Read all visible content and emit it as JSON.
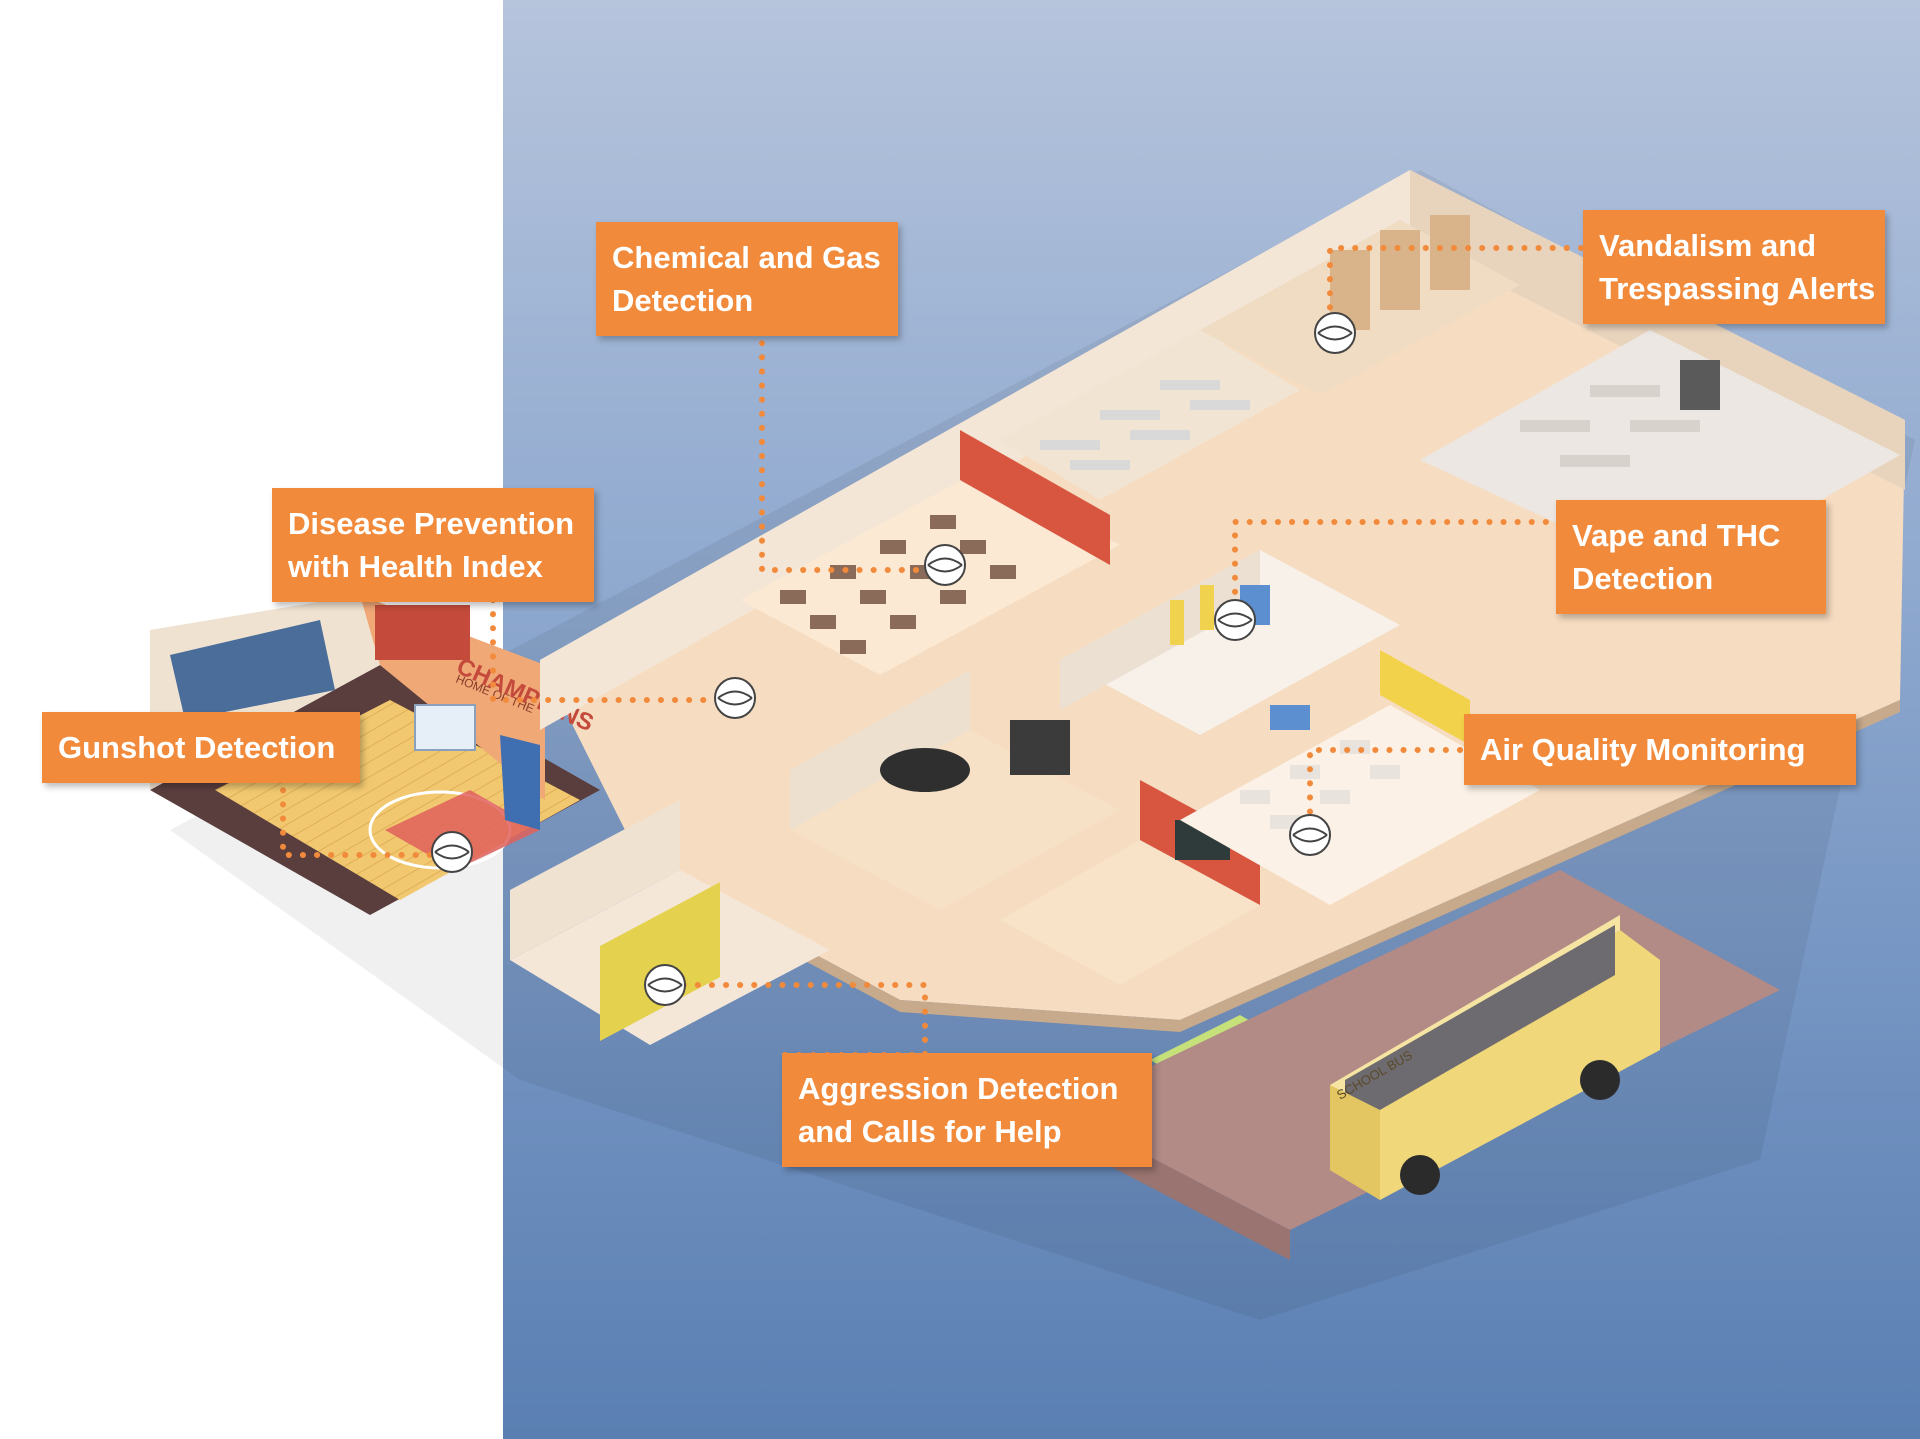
{
  "callouts": {
    "chemical": {
      "line1": "Chemical and Gas",
      "line2": "Detection"
    },
    "vandalism": {
      "line1": "Vandalism and",
      "line2": "Trespassing Alerts"
    },
    "disease": {
      "line1": "Disease Prevention",
      "line2": "with Health Index"
    },
    "vape": {
      "line1": "Vape and THC",
      "line2": "Detection"
    },
    "gunshot": {
      "line1": "Gunshot Detection"
    },
    "air": {
      "line1": "Air Quality Monitoring"
    },
    "aggression": {
      "line1": "Aggression Detection",
      "line2": "and Calls for Help"
    }
  },
  "signs": {
    "banner_top": "HOME OF THE",
    "banner_main": "CHAMPIONS",
    "bus_label": "SCHOOL BUS"
  },
  "colors": {
    "accent": "#f28a3c",
    "floor": "#f6dcc0",
    "wall": "#f3e6d6",
    "wall_dark": "#d8c1a8",
    "gym_floor": "#f1c870",
    "bus": "#f0d77a",
    "background": "#6f90bf"
  }
}
